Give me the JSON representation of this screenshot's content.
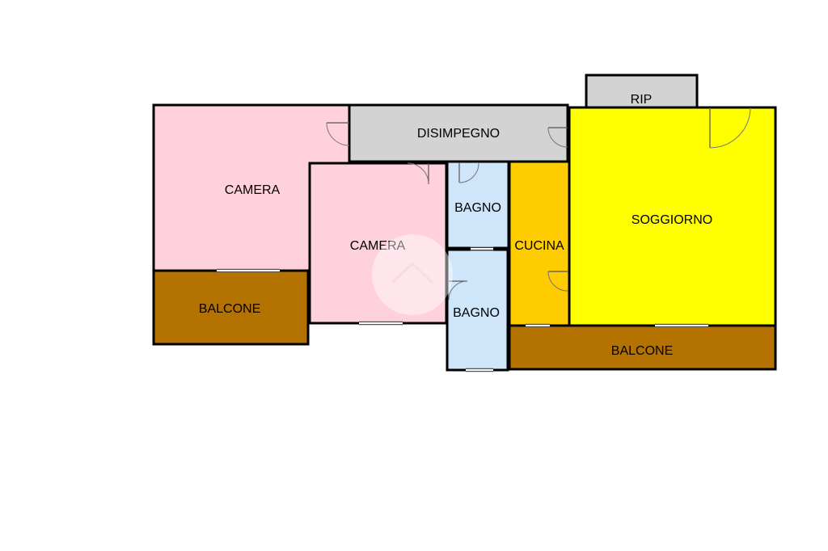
{
  "floorplan": {
    "rooms": {
      "rip": {
        "label": "RIP",
        "color": "#D3D3D3"
      },
      "disimpegno": {
        "label": "DISIMPEGNO",
        "color": "#D3D3D3"
      },
      "camera_left": {
        "label": "CAMERA",
        "color": "#FFD1DC"
      },
      "balcone_left": {
        "label": "BALCONE",
        "color": "#B47300"
      },
      "camera_middle": {
        "label": "CAMERA",
        "color": "#FFD1DC"
      },
      "bagno_top": {
        "label": "BAGNO",
        "color": "#CFE5FA"
      },
      "bagno_bottom": {
        "label": "BAGNO",
        "color": "#CFE5FA"
      },
      "cucina": {
        "label": "CUCINA",
        "color": "#FFCC00"
      },
      "soggiorno": {
        "label": "SOGGIORNO",
        "color": "#FFFF00"
      },
      "balcone_right": {
        "label": "BALCONE",
        "color": "#B47300"
      }
    },
    "wall_color": "#000000"
  }
}
